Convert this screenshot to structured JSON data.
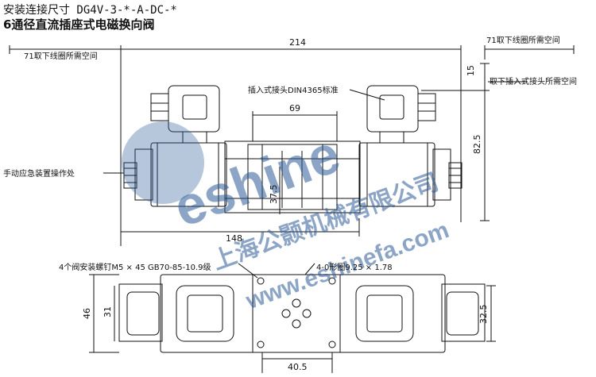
{
  "title_line1": "安装连接尺寸 DG4V-3-*-A-DC-*",
  "title_line2": "6通径直流插座式电磁换向阀",
  "watermark": {
    "brand": "eshine",
    "company": "上海公颢机械有限公司",
    "url": "www.eshinefa.com",
    "color": "#2f5d98"
  },
  "labels": {
    "left_clearance": "71取下线圈所需空间",
    "right_clearance": "71取下线圈所需空间",
    "connector_std": "插入式接头DIN4365标准",
    "connector_remove": "取下插入式接头所需空间",
    "manual_override": "手动应急装置操作处",
    "bolts": "4个阀安装螺钉M5 × 45 GB70-85-10.9级",
    "oring": "4-0形圈9.25 × 1.78"
  },
  "dimensions": {
    "overall": "214",
    "center": "69",
    "height": "82.5",
    "top": "15",
    "mid_height": "37.5",
    "body_length": "148",
    "base_height": "46",
    "base_inner": "31",
    "right_height": "32.5",
    "bottom_width": "40.5"
  }
}
